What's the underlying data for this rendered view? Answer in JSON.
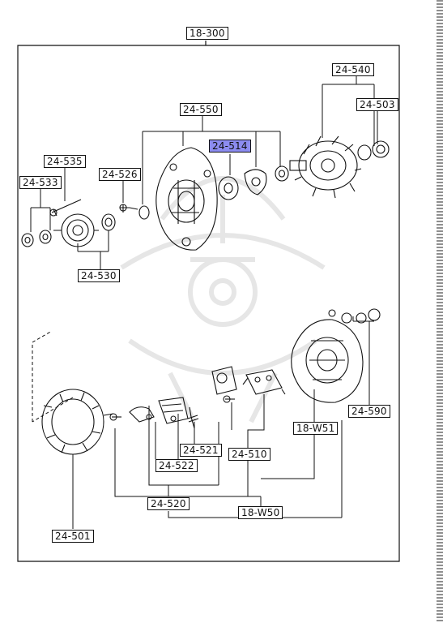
{
  "diagram": {
    "assembly_label": "18-300",
    "highlight_color": "#8c8cf0",
    "callouts": [
      {
        "id": "18-300",
        "text": "18-300",
        "highlighted": false
      },
      {
        "id": "24-540",
        "text": "24-540",
        "highlighted": false
      },
      {
        "id": "24-503",
        "text": "24-503",
        "highlighted": false
      },
      {
        "id": "24-550",
        "text": "24-550",
        "highlighted": false
      },
      {
        "id": "24-514",
        "text": "24-514",
        "highlighted": true
      },
      {
        "id": "24-535",
        "text": "24-535",
        "highlighted": false
      },
      {
        "id": "24-533",
        "text": "24-533",
        "highlighted": false
      },
      {
        "id": "24-526",
        "text": "24-526",
        "highlighted": false
      },
      {
        "id": "24-530",
        "text": "24-530",
        "highlighted": false
      },
      {
        "id": "24-521",
        "text": "24-521",
        "highlighted": false
      },
      {
        "id": "24-522",
        "text": "24-522",
        "highlighted": false
      },
      {
        "id": "24-510",
        "text": "24-510",
        "highlighted": false
      },
      {
        "id": "24-520",
        "text": "24-520",
        "highlighted": false
      },
      {
        "id": "18-W51",
        "text": "18-W51",
        "highlighted": false
      },
      {
        "id": "24-590",
        "text": "24-590",
        "highlighted": false
      },
      {
        "id": "18-W50",
        "text": "18-W50",
        "highlighted": false
      },
      {
        "id": "24-501",
        "text": "24-501",
        "highlighted": false
      }
    ]
  }
}
